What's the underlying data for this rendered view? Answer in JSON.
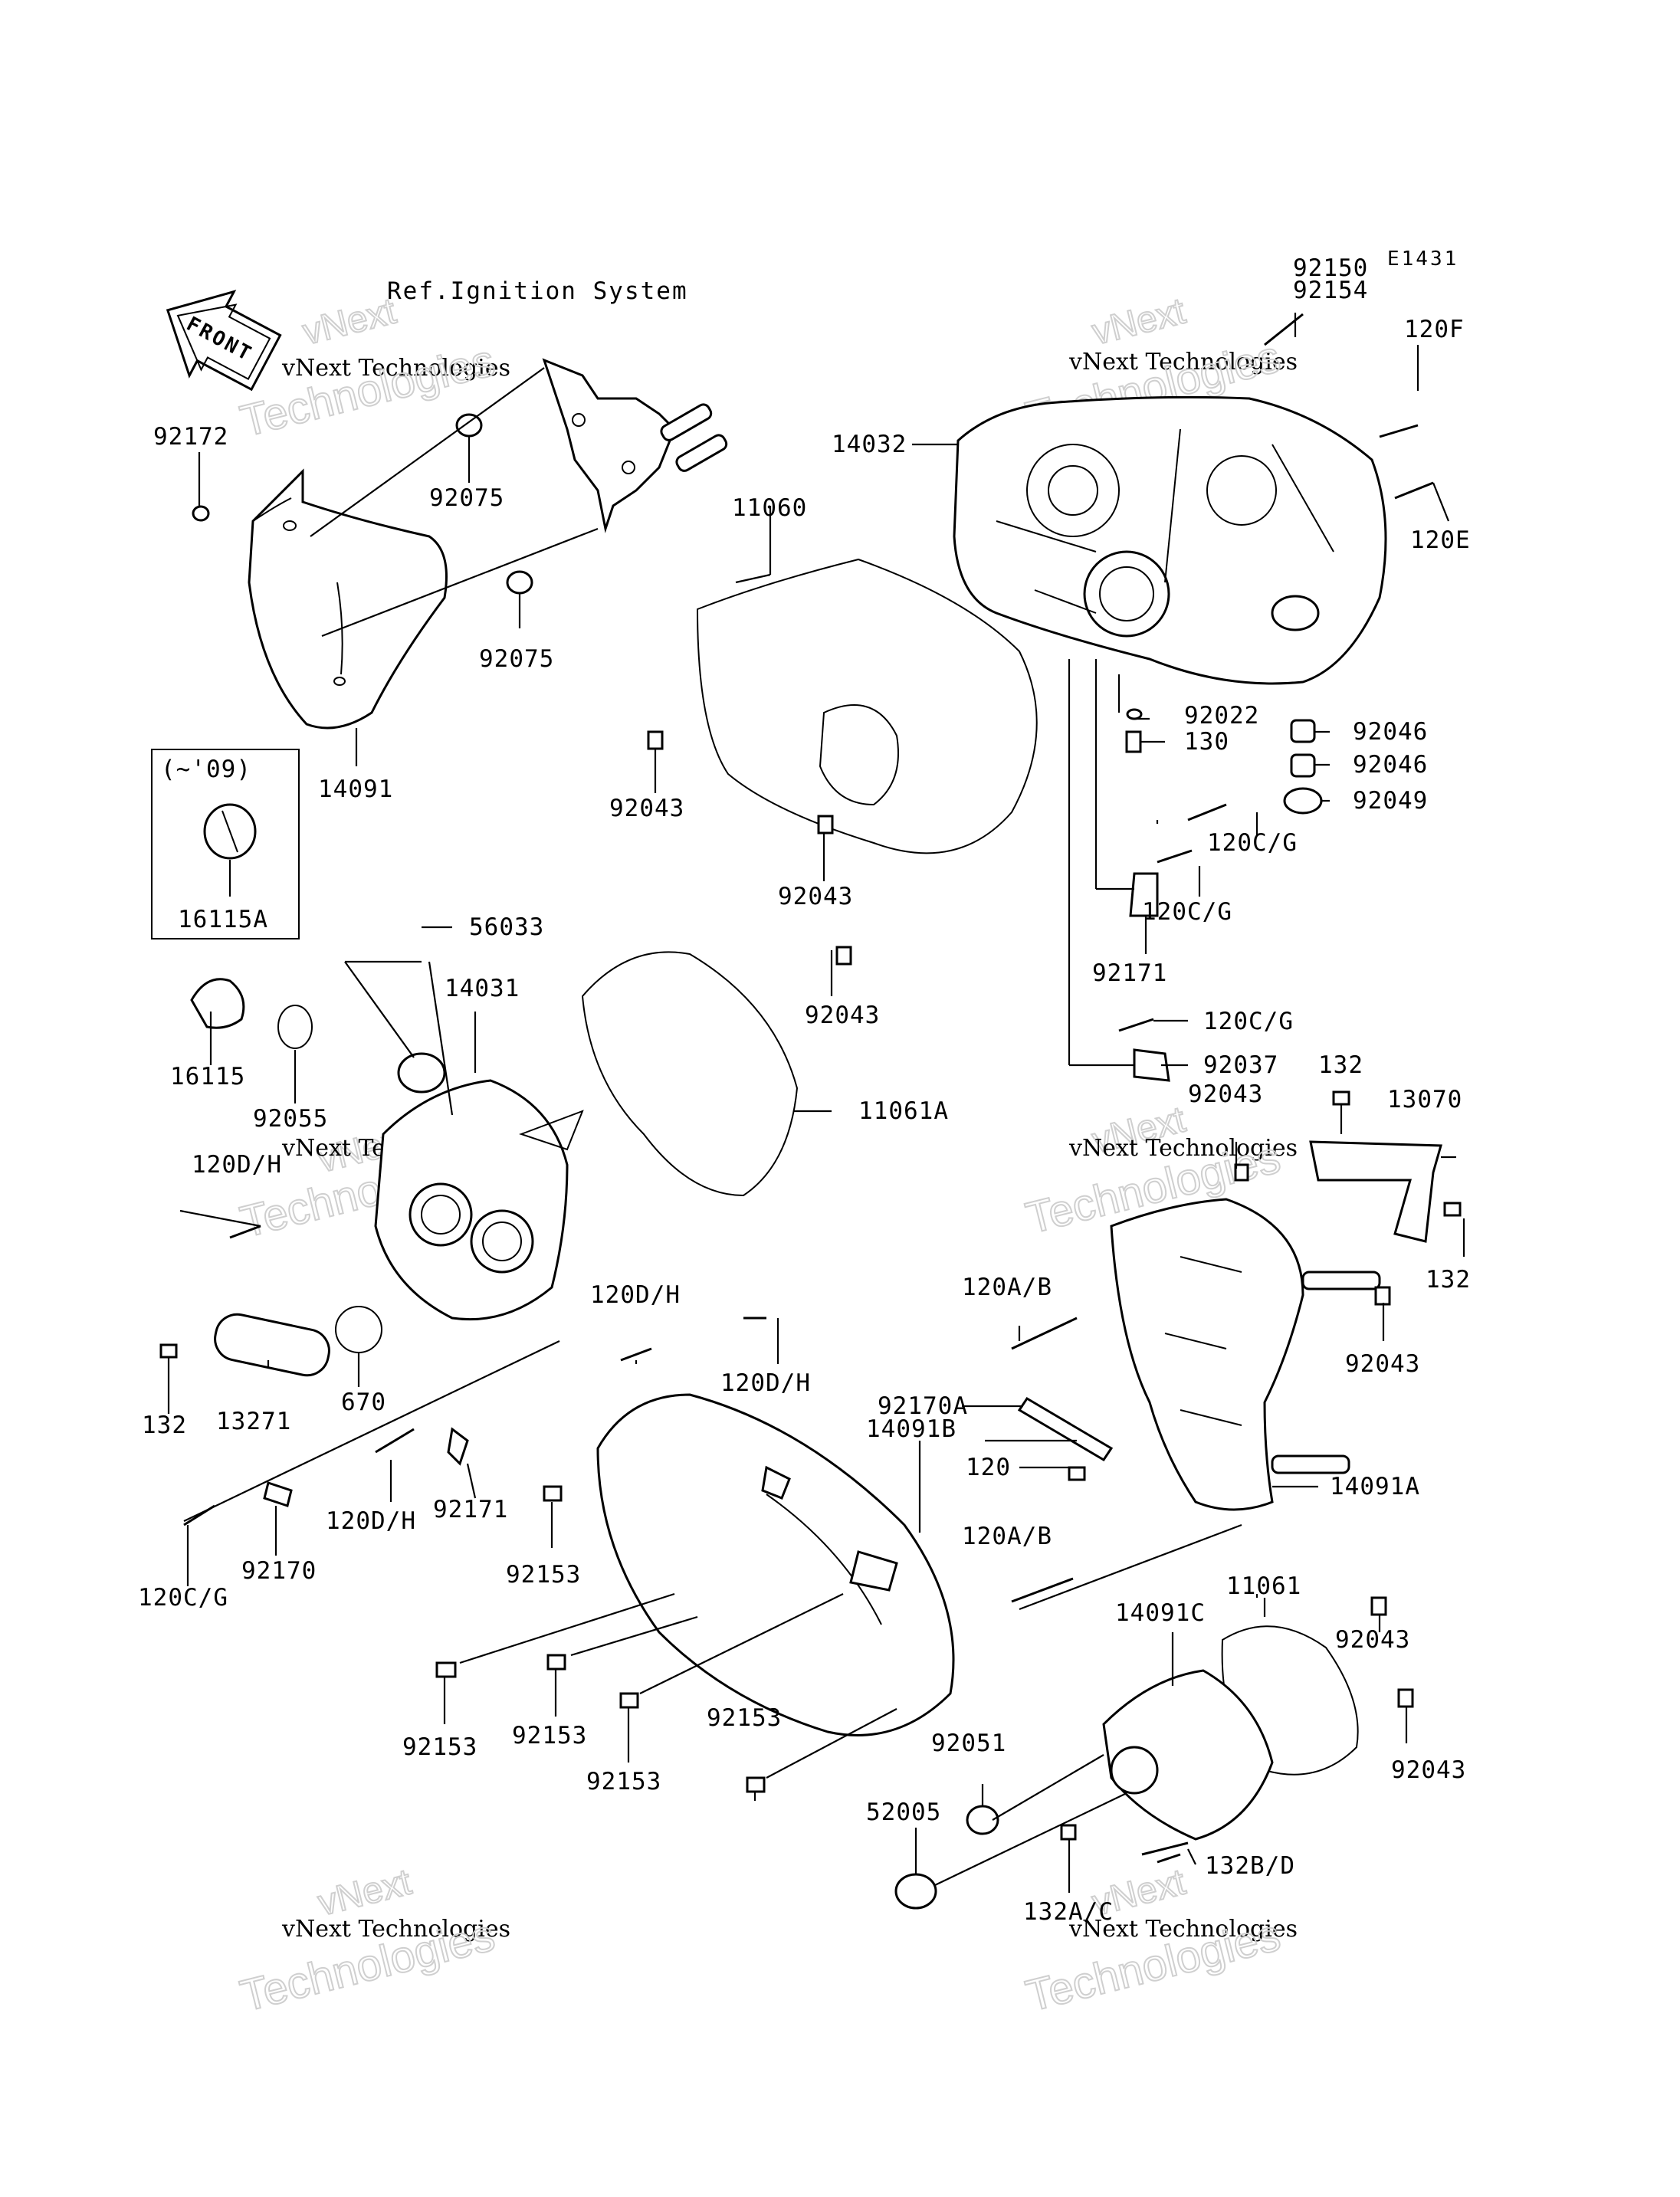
{
  "diagram_code": "E1431",
  "front_badge": "FRONT",
  "reference_note": "Ref.Ignition System",
  "version_note": "(~'09)",
  "watermark": {
    "small": "vNext Technologies",
    "top": "vNext",
    "bottom": "Technologies"
  },
  "labels": [
    "92150",
    "92154",
    "120F",
    "120E",
    "14032",
    "11060",
    "92172",
    "92075",
    "92075",
    "14091",
    "16115A",
    "92043",
    "92043",
    "92022",
    "130",
    "92046",
    "92046",
    "92049",
    "120C/G",
    "120C/G",
    "92171",
    "56033",
    "14031",
    "92043",
    "11061A",
    "16115",
    "92055",
    "120C/G",
    "92037",
    "92043",
    "132",
    "13070",
    "120D/H",
    "132",
    "120A/B",
    "92043",
    "120D/H",
    "120D/H",
    "132",
    "13271",
    "670",
    "92170A",
    "14091B",
    "120",
    "14091A",
    "120D/H",
    "92171",
    "92153",
    "92170",
    "120C/G",
    "120A/B",
    "11061",
    "14091C",
    "92043",
    "92153",
    "92153",
    "92153",
    "92153",
    "92051",
    "92043",
    "52005",
    "132B/D",
    "132A/C"
  ]
}
